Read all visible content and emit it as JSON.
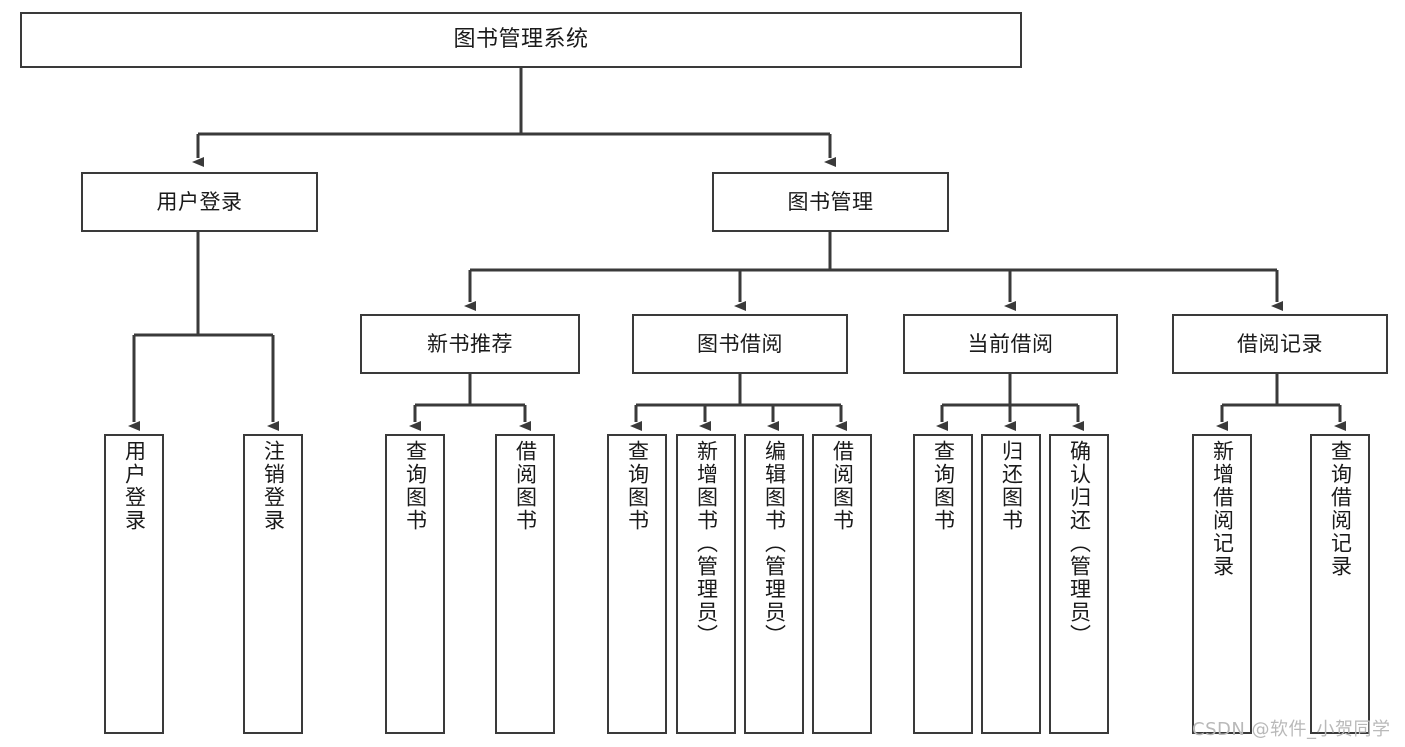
{
  "diagram": {
    "title": "图书管理系统",
    "type": "tree-hierarchy-chart",
    "watermark": "CSDN @软件_小贺同学",
    "colors": {
      "stroke": "#3a3a3a",
      "fill": "#ffffff",
      "text": "#1a1a1a",
      "watermark": "#b9b9b9"
    },
    "nodes": {
      "root": {
        "label": "图书管理系统"
      },
      "level2": [
        {
          "label": "用户登录"
        },
        {
          "label": "图书管理"
        }
      ],
      "level3": [
        {
          "label": "新书推荐"
        },
        {
          "label": "图书借阅"
        },
        {
          "label": "当前借阅"
        },
        {
          "label": "借阅记录"
        }
      ],
      "leaves": {
        "user_login": [
          {
            "label": "用户登录"
          },
          {
            "label": "注销登录"
          }
        ],
        "new_book_recommend": [
          {
            "label": "查询图书"
          },
          {
            "label": "借阅图书"
          }
        ],
        "book_borrow": [
          {
            "label": "查询图书"
          },
          {
            "label": "新增图书（管理员）"
          },
          {
            "label": "编辑图书（管理员）"
          },
          {
            "label": "借阅图书"
          }
        ],
        "current_borrow": [
          {
            "label": "查询图书"
          },
          {
            "label": "归还图书"
          },
          {
            "label": "确认归还（管理员）"
          }
        ],
        "borrow_record": [
          {
            "label": "新增借阅记录"
          },
          {
            "label": "查询借阅记录"
          }
        ]
      }
    }
  }
}
